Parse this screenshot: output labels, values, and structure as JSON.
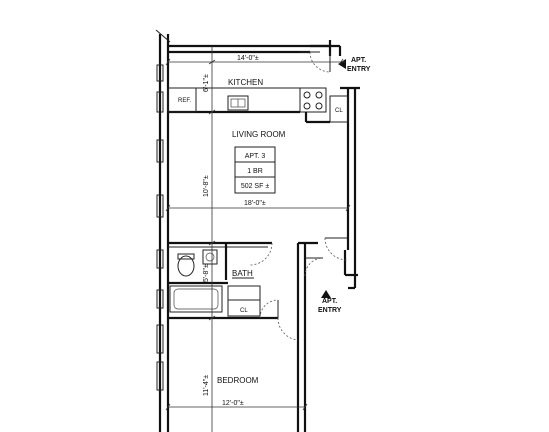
{
  "plan": {
    "rooms": {
      "kitchen": "KITCHEN",
      "living_room": "LIVING ROOM",
      "bath": "BATH",
      "bedroom": "BEDROOM"
    },
    "unit_box": {
      "apt": "APT. 3",
      "type": "1 BR",
      "area": "502 SF ±"
    },
    "fixtures": {
      "refrigerator": "REF.",
      "closet_1": "CL",
      "closet_2": "CL"
    },
    "entries": {
      "top": {
        "line1": "APT.",
        "line2": "ENTRY"
      },
      "side": {
        "line1": "APT.",
        "line2": "ENTRY"
      }
    },
    "dimensions": {
      "top_width": "14'-0\"±",
      "living_width": "18'-0\"±",
      "bedroom_width": "12'-0\"±",
      "kitchen_depth": "6'-1\"±",
      "living_depth": "10'-8\"±",
      "bath_depth": "5'-8\"±",
      "bedroom_depth": "11'-4\"±"
    }
  }
}
